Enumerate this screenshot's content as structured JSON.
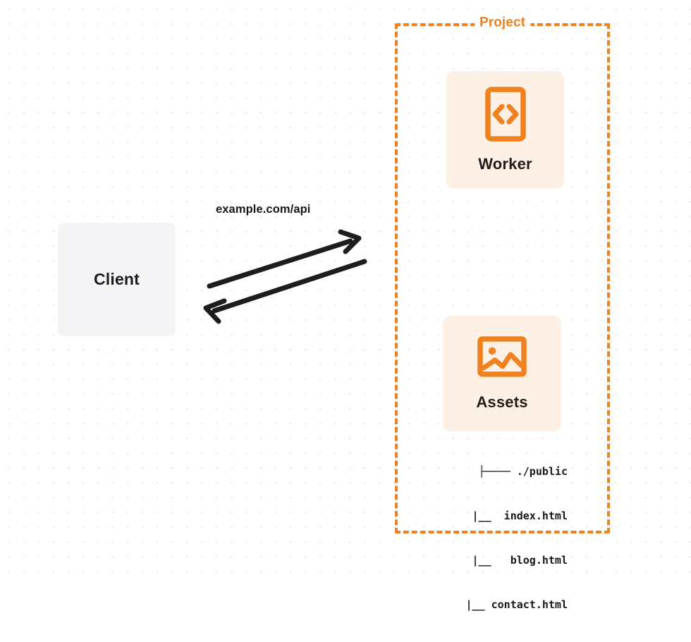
{
  "diagram": {
    "title": "Client to Project Worker and Assets request flow",
    "colors": {
      "accent_orange": "#f0811f",
      "card_background": "#fdf1e6",
      "client_background": "#f4f4f6",
      "text_dark": "#16181c",
      "canvas_background": "#ffffff",
      "dot_grid": "#ebebee"
    }
  },
  "client": {
    "label": "Client"
  },
  "connection": {
    "label": "example.com/api",
    "request_direction": "client-to-project",
    "response_direction": "project-to-client"
  },
  "project": {
    "title": "Project",
    "nodes": [
      {
        "id": "worker",
        "label": "Worker",
        "icon": "code-brackets-icon"
      },
      {
        "id": "assets",
        "label": "Assets",
        "icon": "image-picture-icon"
      }
    ],
    "file_tree": {
      "rows": [
        "├──── ./public",
        "     |__  index.html",
        "     |__   blog.html",
        "   |__ contact.html"
      ],
      "entries": [
        "./public",
        "index.html",
        "blog.html",
        "contact.html"
      ]
    }
  }
}
